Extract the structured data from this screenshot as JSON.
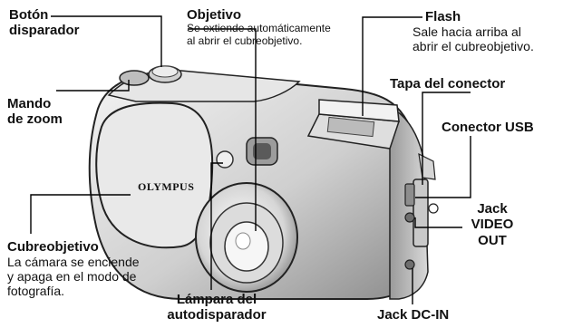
{
  "labels": {
    "shutter": {
      "line1": "Botón",
      "line2": "disparador"
    },
    "lens": {
      "title": "Objetivo",
      "desc1": "Se extiende automáticamente",
      "desc2": "al abrir el cubreobjetivo."
    },
    "flash": {
      "title": "Flash",
      "desc1": "Sale hacia arriba al",
      "desc2": "abrir el cubreobjetivo."
    },
    "connector_cover": {
      "title": "Tapa del conector"
    },
    "usb": {
      "title": "Conector USB"
    },
    "zoom": {
      "line1": "Mando",
      "line2": "de zoom"
    },
    "video_out": {
      "line1": "Jack",
      "line2": "VIDEO",
      "line3": "OUT"
    },
    "lens_barrier": {
      "title": "Cubreobjetivo",
      "desc1": "La cámara se enciende",
      "desc2": "y apaga en el modo de",
      "desc3": "fotografía."
    },
    "self_timer": {
      "line1": "Lámpara del",
      "line2": "autodisparador"
    },
    "dc_in": {
      "title": "Jack DC-IN"
    }
  },
  "brand": "OLYMPUS"
}
